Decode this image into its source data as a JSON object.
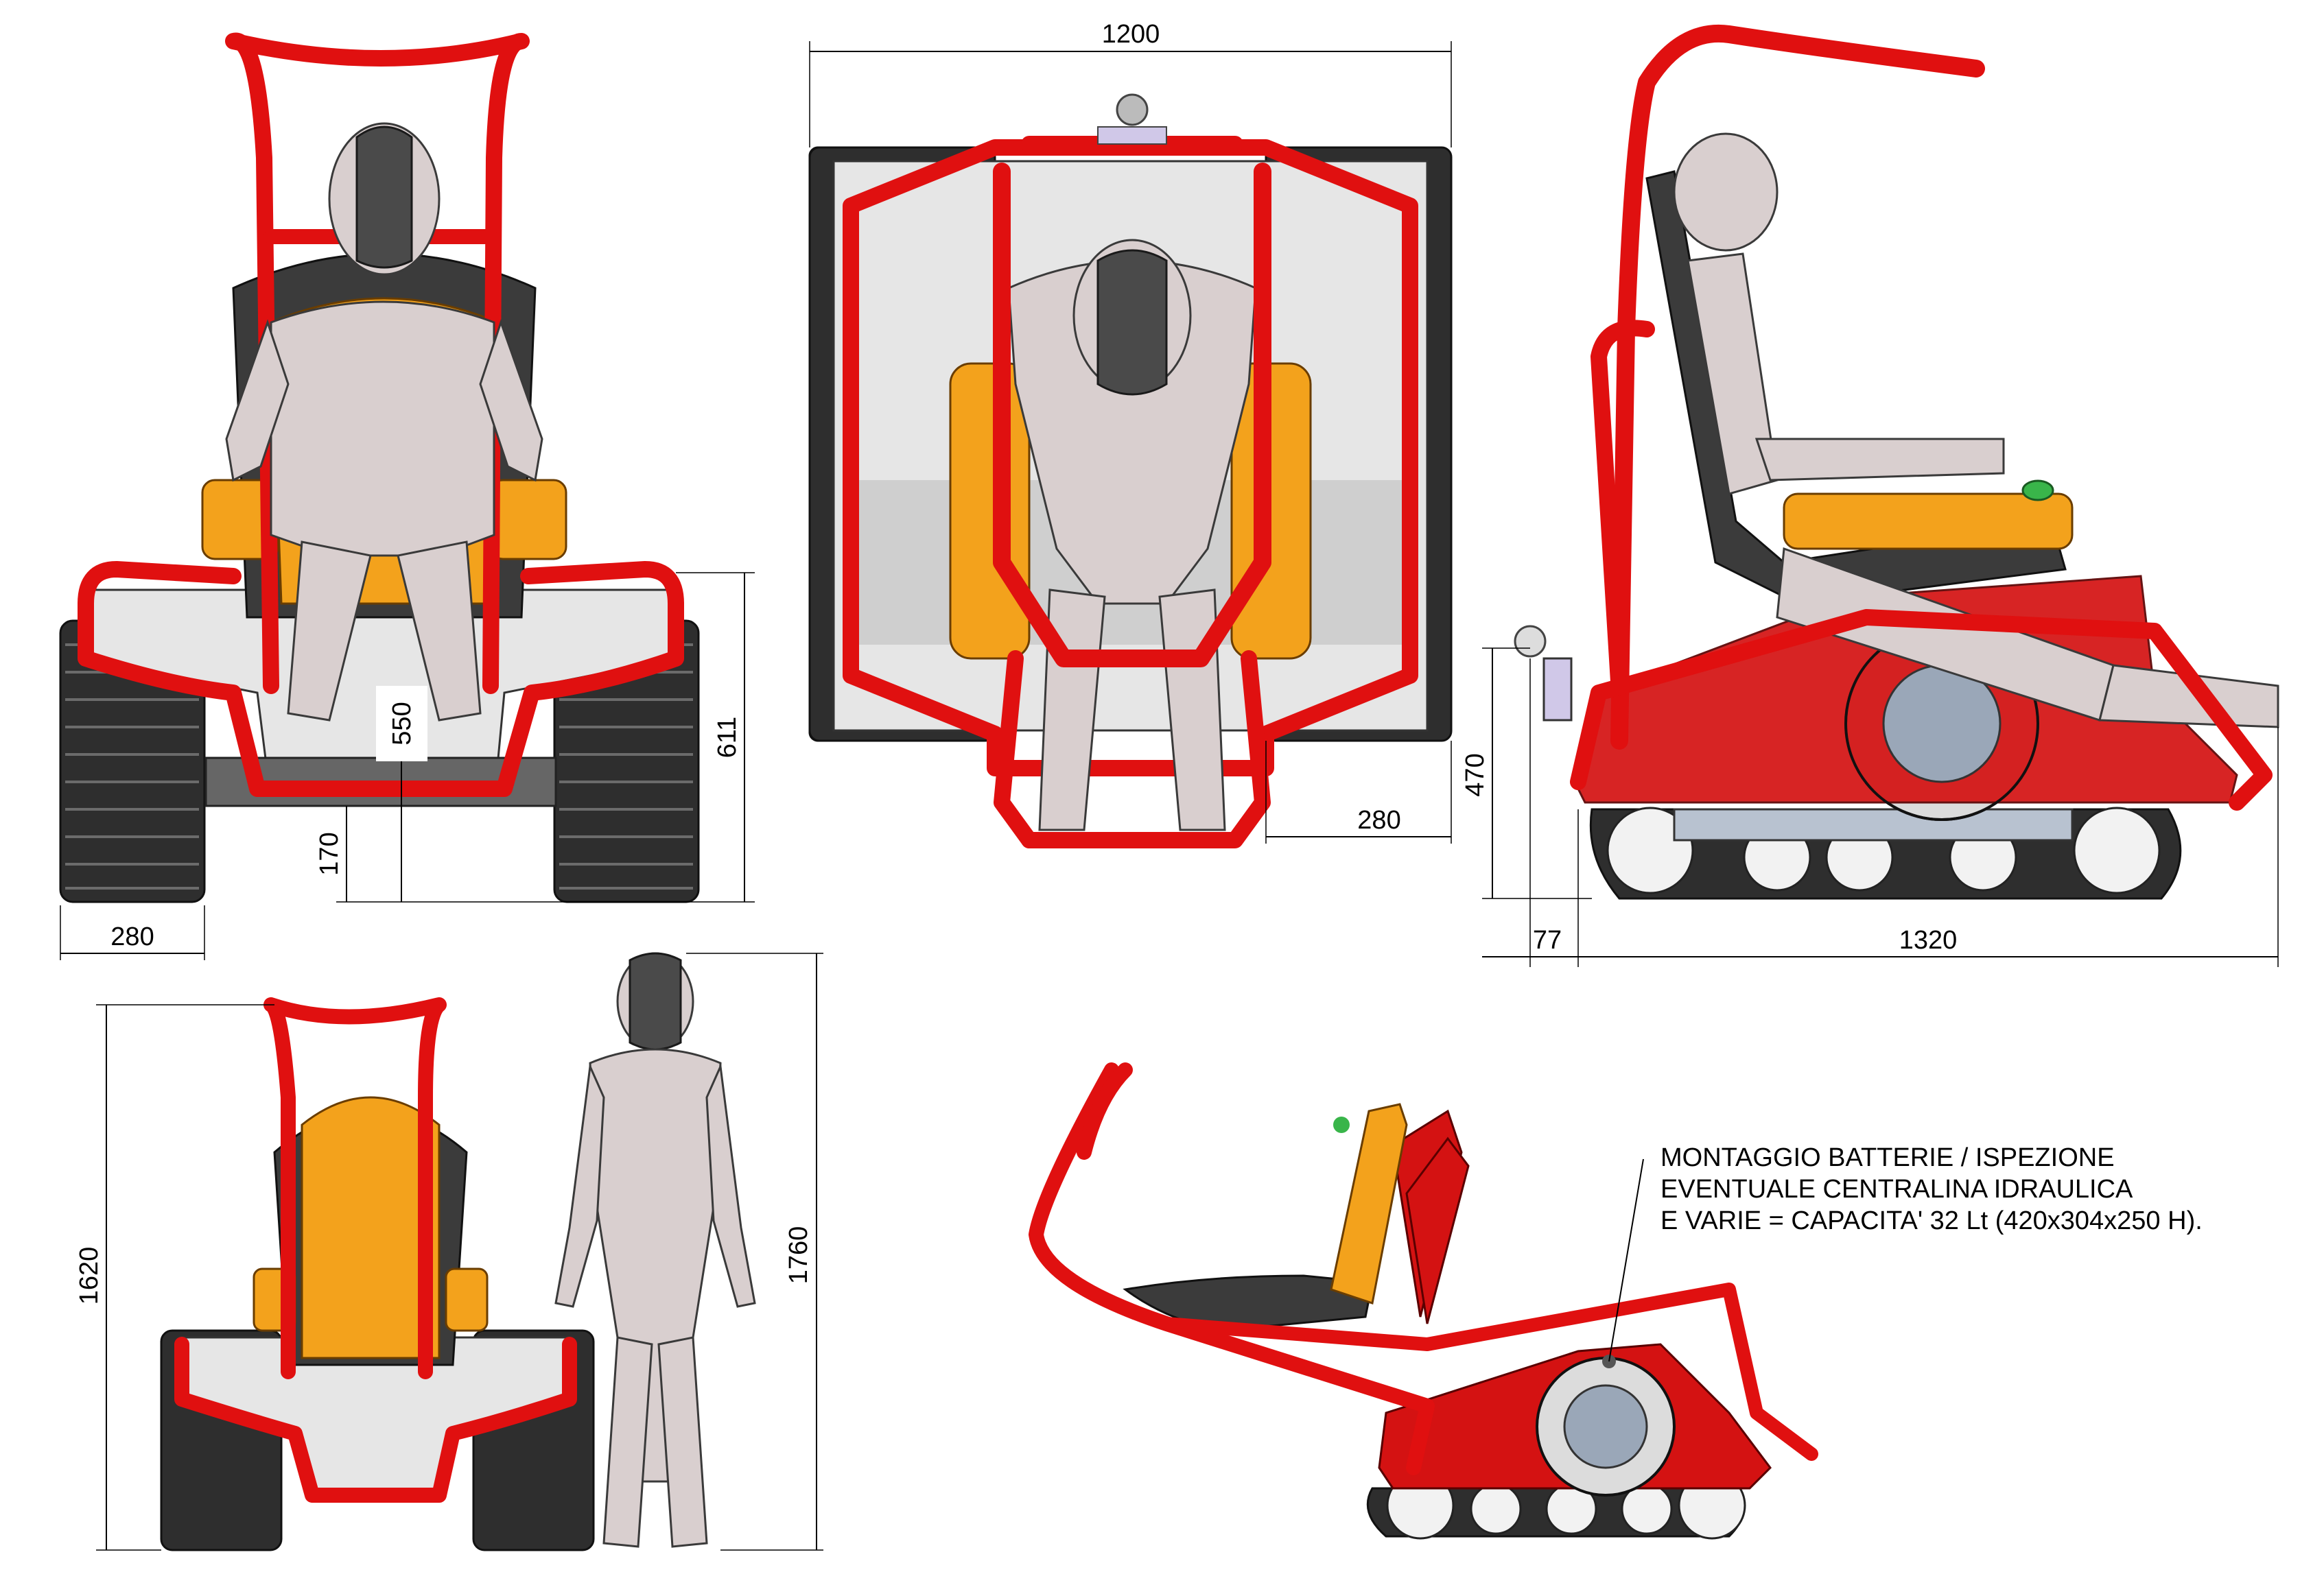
{
  "drawing": {
    "title": "",
    "views": [
      "front",
      "top",
      "side",
      "rear-with-person",
      "isometric"
    ],
    "colors": {
      "frame": "#e01010",
      "seat": "#f3a21c",
      "track": "#2e2e2e",
      "plate": "#e6e6e6",
      "mannequin": "#d9cfcf"
    }
  },
  "dimensions": {
    "front_track_width": "280",
    "front_seat_height": "550",
    "front_platform_height": "611",
    "front_ground_clearance": "170",
    "top_overall_width": "1200",
    "top_track_width": "280",
    "side_hitch_height": "470",
    "side_rear_overhang": "77",
    "side_overall_length": "1320",
    "rear_overall_height": "1620",
    "person_height": "1760"
  },
  "note": {
    "line1": "MONTAGGIO BATTERIE / ISPEZIONE",
    "line2": "EVENTUALE CENTRALINA IDRAULICA",
    "line3": "E VARIE = CAPACITA' 32 Lt (420x304x250 H)."
  }
}
